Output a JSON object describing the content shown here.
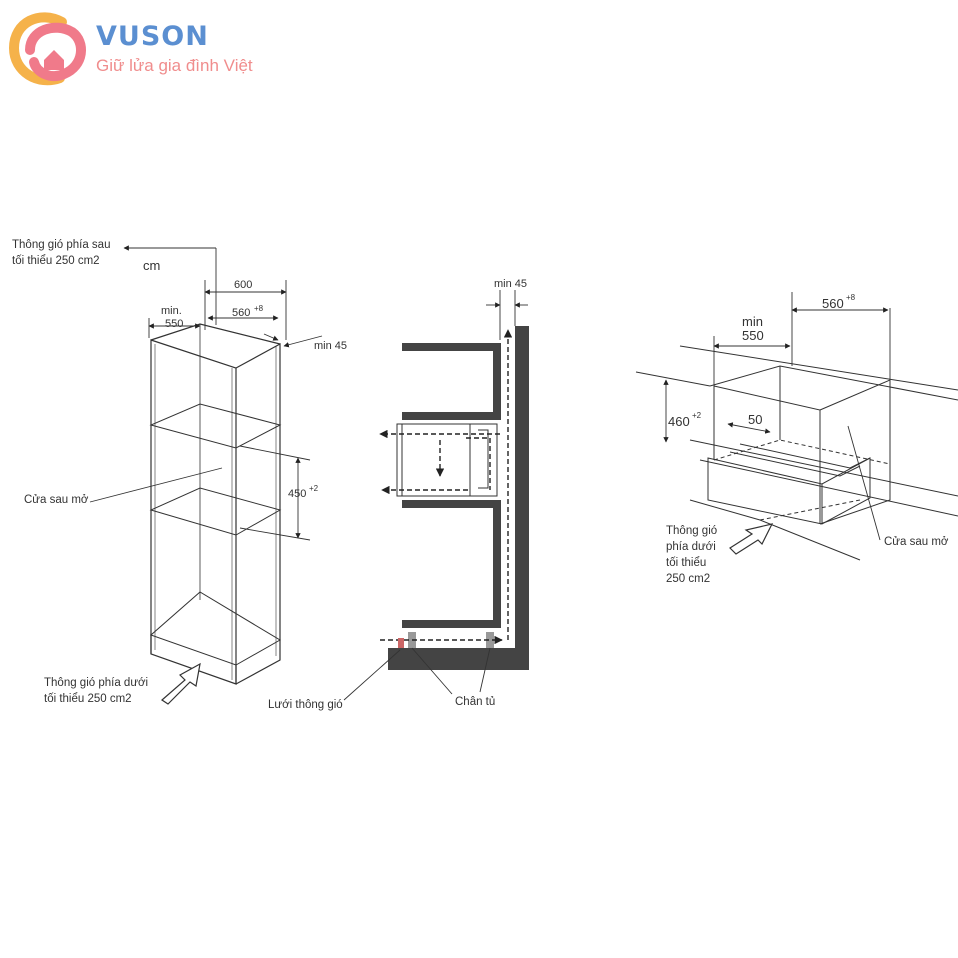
{
  "brand": {
    "name": "VUSON",
    "tagline": "Giữ lửa gia đình Việt",
    "colors": {
      "blue": "#5b8fd1",
      "pink": "#f07a8a",
      "orange": "#f5b24a"
    }
  },
  "left": {
    "vent_rear_line1": "Thông gió phía sau",
    "vent_rear_line2": "tối thiểu 250 cm2",
    "unit": "cm",
    "dim_600": "600",
    "dim_min": "min.",
    "dim_550": "550",
    "dim_560": "560",
    "dim_560_sup": "+8",
    "dim_min45": "min 45",
    "dim_450": "450",
    "dim_450_sup": "+2",
    "rear_open": "Cửa sau mở",
    "vent_bottom_line1": "Thông gió phía dưới",
    "vent_bottom_line2": "tối thiểu 250 cm2"
  },
  "middle": {
    "dim_min45": "min 45",
    "vent_grille": "Lưới thông gió",
    "cabinet_foot": "Chân tủ"
  },
  "right": {
    "dim_min": "min",
    "dim_550": "550",
    "dim_560": "560",
    "dim_560_sup": "+8",
    "dim_460": "460",
    "dim_460_sup": "+2",
    "dim_50": "50",
    "vent_line1": "Thông gió",
    "vent_line2": "phía dưới",
    "vent_line3": "tối thiểu",
    "vent_line4": "250 cm2",
    "rear_open": "Cửa sau mở"
  }
}
